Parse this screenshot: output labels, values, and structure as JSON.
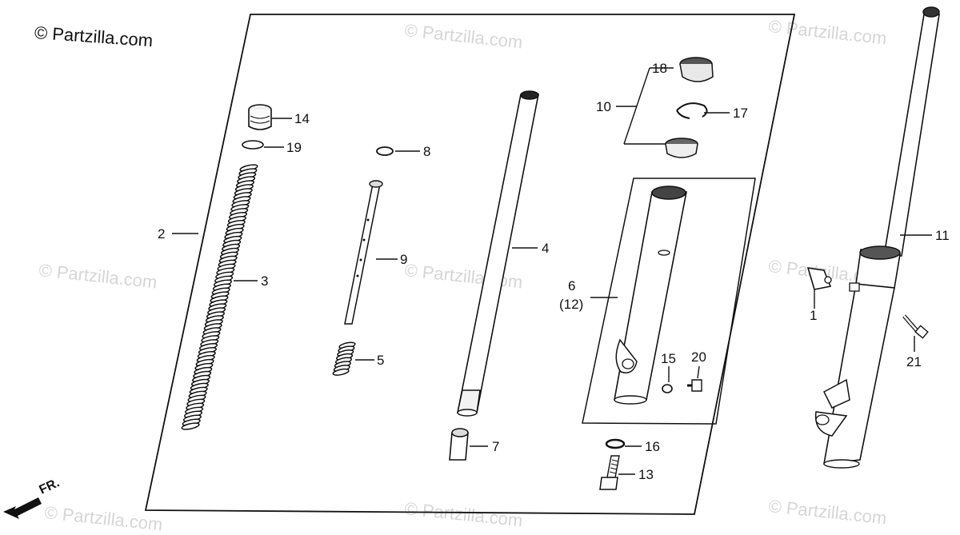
{
  "copyright": "© Partzilla.com",
  "watermarks": [
    "© Partzilla.com",
    "© Partzilla.com",
    "© Partzilla.com",
    "© Partzilla.com",
    "© Partzilla.com",
    "© Partzilla.com",
    "© Partzilla.com",
    "© Partzilla.com"
  ],
  "front_indicator": "FR.",
  "callouts": {
    "c1": "1",
    "c2": "2",
    "c3": "3",
    "c4": "4",
    "c5": "5",
    "c6": "6",
    "c6b": "(12)",
    "c7": "7",
    "c8": "8",
    "c9": "9",
    "c10": "10",
    "c11": "11",
    "c13": "13",
    "c14": "14",
    "c15": "15",
    "c16": "16",
    "c17": "17",
    "c18": "18",
    "c19": "19",
    "c20": "20",
    "c21": "21"
  }
}
